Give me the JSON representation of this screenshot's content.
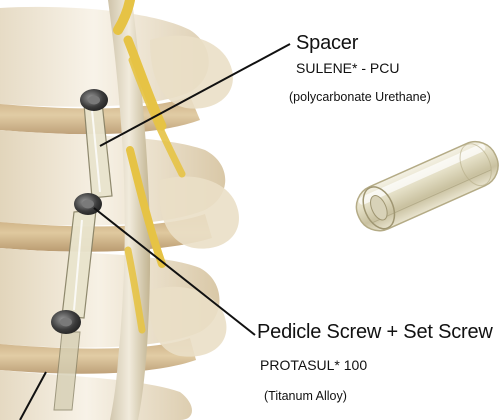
{
  "annotations": {
    "spacer": {
      "title": "Spacer",
      "material": "SULENE* - PCU",
      "description": "(polycarbonate Urethane)"
    },
    "screw": {
      "title": "Pedicle Screw + Set Screw",
      "material": "PROTASUL* 100",
      "description": "(Titanum Alloy)"
    }
  },
  "colors": {
    "bone": "#f1e8d6",
    "bone_shade": "#d8c6a3",
    "disc": "#c9ab76",
    "nerve": "#e8c64a",
    "metal": "#3e3e3e",
    "cord": "#dcd3bf"
  }
}
